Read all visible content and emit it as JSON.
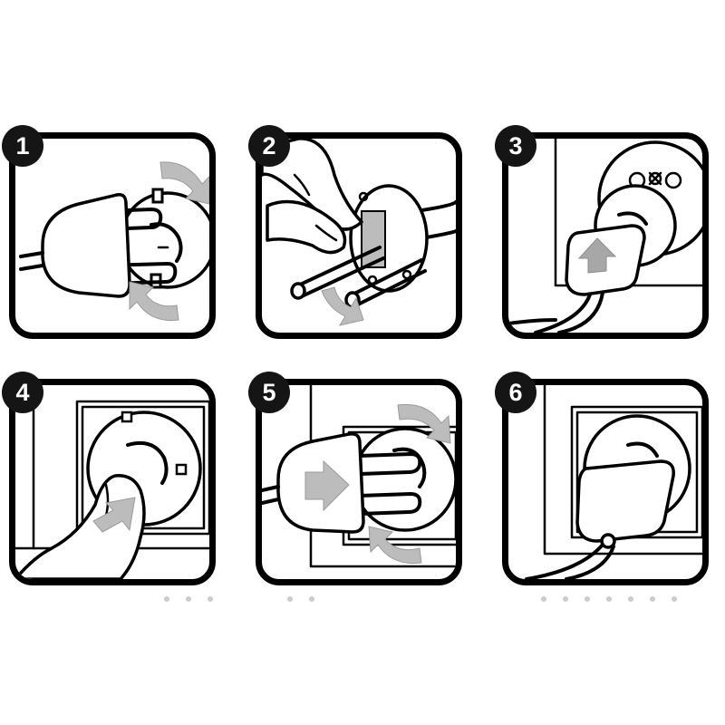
{
  "steps": [
    {
      "number": "1",
      "icon": "plug-and-rotating-cover-icon"
    },
    {
      "number": "2",
      "icon": "insert-cover-between-pins-icon"
    },
    {
      "number": "3",
      "icon": "plug-into-socket-icon"
    },
    {
      "number": "4",
      "icon": "press-cover-with-thumb-icon"
    },
    {
      "number": "5",
      "icon": "rotate-and-remove-plug-icon"
    },
    {
      "number": "6",
      "icon": "plug-in-protected-socket-icon"
    }
  ],
  "colors": {
    "outline": "#000000",
    "arrow": "#bcbcbc",
    "badge": "#151515",
    "background": "#ffffff"
  }
}
